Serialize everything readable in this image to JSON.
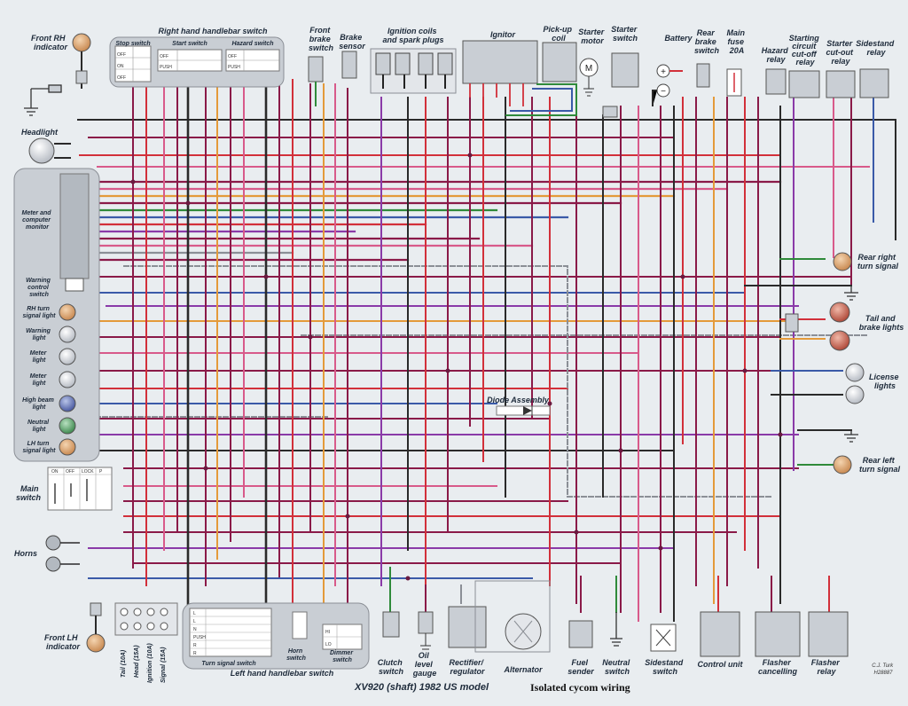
{
  "title": "XV920 (shaft) 1982 US model",
  "subtitle": "Isolated  cycom wiring",
  "credit": [
    "C.J. Turk",
    "H28887"
  ],
  "labels": {
    "front_rh_indicator": [
      "Front RH",
      "indicator"
    ],
    "right_handlebar_switch": "Right hand handlebar switch",
    "stop_switch": "Stop switch",
    "start_switch": "Start switch",
    "hazard_switch": "Hazard switch",
    "front_brake_switch": [
      "Front",
      "brake",
      "switch"
    ],
    "brake_sensor": [
      "Brake",
      "sensor"
    ],
    "ignition_coils": [
      "Ignition coils",
      "and spark plugs"
    ],
    "ignitor": "Ignitor",
    "pickup_coil": [
      "Pick-up",
      "coil"
    ],
    "starter_motor": [
      "Starter",
      "motor"
    ],
    "starter_switch": [
      "Starter",
      "switch"
    ],
    "battery": "Battery",
    "rear_brake_switch": [
      "Rear",
      "brake",
      "switch"
    ],
    "main_fuse": [
      "Main",
      "fuse",
      "20A"
    ],
    "hazard_relay": [
      "Hazard",
      "relay"
    ],
    "starting_circuit_relay": [
      "Starting",
      "circuit",
      "cut-off",
      "relay"
    ],
    "starter_cutout_relay": [
      "Starter",
      "cut-out",
      "relay"
    ],
    "sidestand_relay": [
      "Sidestand",
      "relay"
    ],
    "headlight": "Headlight",
    "meter_monitor": [
      "Meter and",
      "computer",
      "monitor"
    ],
    "warning_control_switch": [
      "Warning",
      "control",
      "switch"
    ],
    "rh_turn_signal_light": [
      "RH turn",
      "signal light"
    ],
    "warning_light": [
      "Warning",
      "light"
    ],
    "meter_light_1": [
      "Meter",
      "light"
    ],
    "meter_light_2": [
      "Meter",
      "light"
    ],
    "high_beam_light": [
      "High beam",
      "light"
    ],
    "neutral_light": [
      "Neutral",
      "light"
    ],
    "lh_turn_signal_light": [
      "LH turn",
      "signal light"
    ],
    "main_switch": [
      "Main",
      "switch"
    ],
    "horns": "Horns",
    "front_lh_indicator": [
      "Front LH",
      "indicator"
    ],
    "fuses": [
      "Tail (10A)",
      "Head (15A)",
      "Ignition (10A)",
      "Signal (15A)"
    ],
    "left_handlebar_switch": "Left hand handlebar switch",
    "turn_signal_switch": "Turn signal switch",
    "horn_switch": [
      "Horn",
      "switch"
    ],
    "dimmer_switch": [
      "Dimmer",
      "switch"
    ],
    "clutch_switch": [
      "Clutch",
      "switch"
    ],
    "oil_level_gauge": [
      "Oil",
      "level",
      "gauge"
    ],
    "rectifier_regulator": [
      "Rectifier/",
      "regulator"
    ],
    "alternator": "Alternator",
    "fuel_sender": [
      "Fuel",
      "sender"
    ],
    "neutral_switch": [
      "Neutral",
      "switch"
    ],
    "sidestand_switch": [
      "Sidestand",
      "switch"
    ],
    "control_unit": "Control unit",
    "flasher_cancelling": [
      "Flasher",
      "cancelling"
    ],
    "flasher_relay": [
      "Flasher",
      "relay"
    ],
    "diode_assembly": "Diode Assembly",
    "rear_right_turn_signal": [
      "Rear right",
      "turn signal"
    ],
    "tail_brake_lights": [
      "Tail and",
      "brake lights"
    ],
    "license_lights": [
      "License",
      "lights"
    ],
    "rear_left_turn_signal": [
      "Rear left",
      "turn signal"
    ]
  },
  "switch_tables": {
    "stop": [
      "OFF",
      "ON",
      "OFF"
    ],
    "start": [
      "OFF",
      "PUSH"
    ],
    "hazard": [
      "OFF",
      "PUSH"
    ],
    "main_cols": [
      "ON",
      "OFF",
      "LOCK",
      "P"
    ],
    "turn_rows": [
      "L",
      "L",
      "N",
      "PUSH",
      "R",
      "R"
    ],
    "dimmer_rows": [
      "HI",
      "LO"
    ]
  },
  "colors": {
    "background": "#e9edf0",
    "wire_maroon": "#8a1a48",
    "wire_red": "#d2303a",
    "wire_pink": "#d85a8a",
    "wire_black": "#2a2a2a",
    "wire_orange": "#e49a3a",
    "wire_blue": "#3a5aa8",
    "wire_green": "#2f8a3a",
    "wire_purple": "#8a3aa8",
    "wire_grey": "#8b8f96",
    "component_fill": "#c9ced4",
    "lamp_amber": "#d9a06a"
  }
}
